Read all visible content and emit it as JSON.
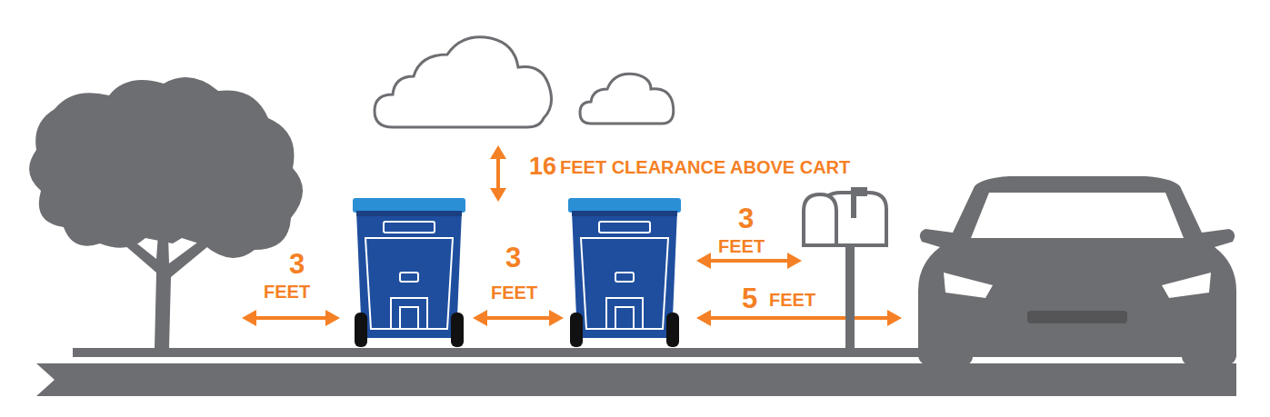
{
  "diagram": {
    "labels": [
      "16",
      "FEET CLEARANCE ABOVE CART",
      "3",
      "FEET",
      "3",
      "FEET",
      "3",
      "FEET",
      "5",
      "FEET"
    ]
  }
}
